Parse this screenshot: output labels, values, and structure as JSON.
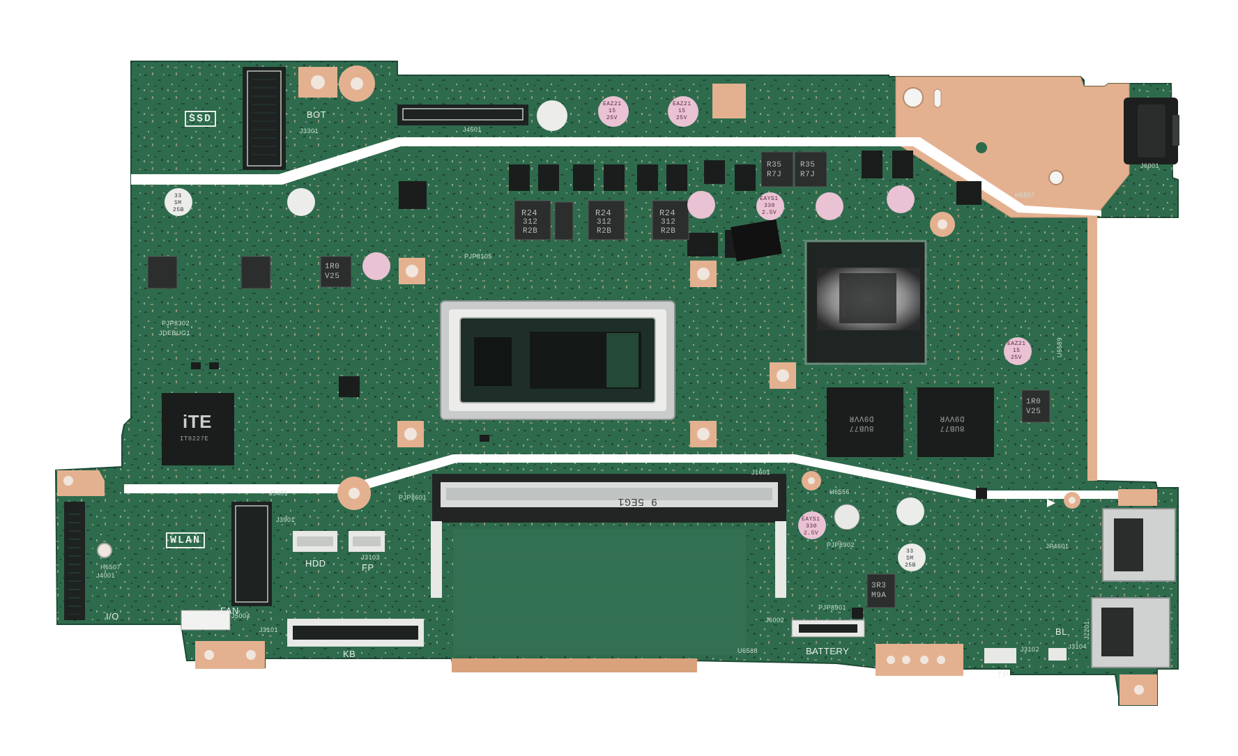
{
  "board_labels": {
    "ssd": "SSD",
    "bot": "BOT",
    "wlan": "WLAN",
    "hdd": "HDD",
    "fp": "FP",
    "fan": "FAN",
    "io": "I/O",
    "kb": "KB",
    "battery": "BATTERY",
    "tp": "TP",
    "bl": "BL"
  },
  "ref_labels": {
    "j3301": "J3301",
    "j4501": "J4501",
    "j6001": "J6001",
    "h6557": "H6557",
    "u6589": "U6589",
    "pjp8105": "PJP8105",
    "pjp8302": "PJP8302",
    "jdebug": "JDEBUG1",
    "j5401": "J5401",
    "j3901": "J3901",
    "j3103": "J3103",
    "pjp8601": "PJP8601",
    "j1601": "J1601",
    "h6556": "H6556",
    "h6507": "H6507",
    "j4001": "J4001",
    "j5004": "J5004",
    "j3101": "J3101",
    "u6588": "U6588",
    "j6002": "J6002",
    "pjp8901": "PJP8901",
    "pjp8902": "PJP8902",
    "jp4601": "JP4601",
    "j3102": "J3102",
    "j3104": "J3104",
    "j2201": "J2201"
  },
  "component_marks": {
    "ram_slot": "9 5EG1",
    "ec_chip": "iTE",
    "ec_chip_sub": "IT8227E",
    "vram_1": "D9VVR",
    "vram_1_sub": "8UB77",
    "vram_2": "D9VVR",
    "vram_2_sub": "8UB77",
    "gpu": "N17S-G0-A1",
    "inductor_r24": "R24",
    "inductor_r24_sub": "312",
    "inductor_r24_sub2": "R2B",
    "inductor_r35": "R35",
    "inductor_r35_sub": "R7J",
    "inductor_1r0": "1R0",
    "inductor_1r0_sub": "V25",
    "inductor_3r3": "3R3",
    "inductor_3r3_sub": "M9A",
    "cap_eaz21_a": "EAZ21",
    "cap_eaz21_b": "15",
    "cap_eaz21_c": "25V",
    "cap_eays1_a": "EAYS1",
    "cap_eays1_b": "330",
    "cap_eays1_c": "2.5V",
    "cap_33_a": "33",
    "cap_33_b": "SM",
    "cap_33_c": "25B"
  },
  "colors": {
    "background": "#ffffff",
    "pcb": "#2e6b4d",
    "pcb_dark": "#214f39",
    "copper": "#e4b190",
    "silk": "#e8f0ea",
    "chip_body": "#1c1f1f",
    "shield": "#c9cccb",
    "cap_pink": "#e9c2d3",
    "cap_white": "#e6e8e8"
  }
}
